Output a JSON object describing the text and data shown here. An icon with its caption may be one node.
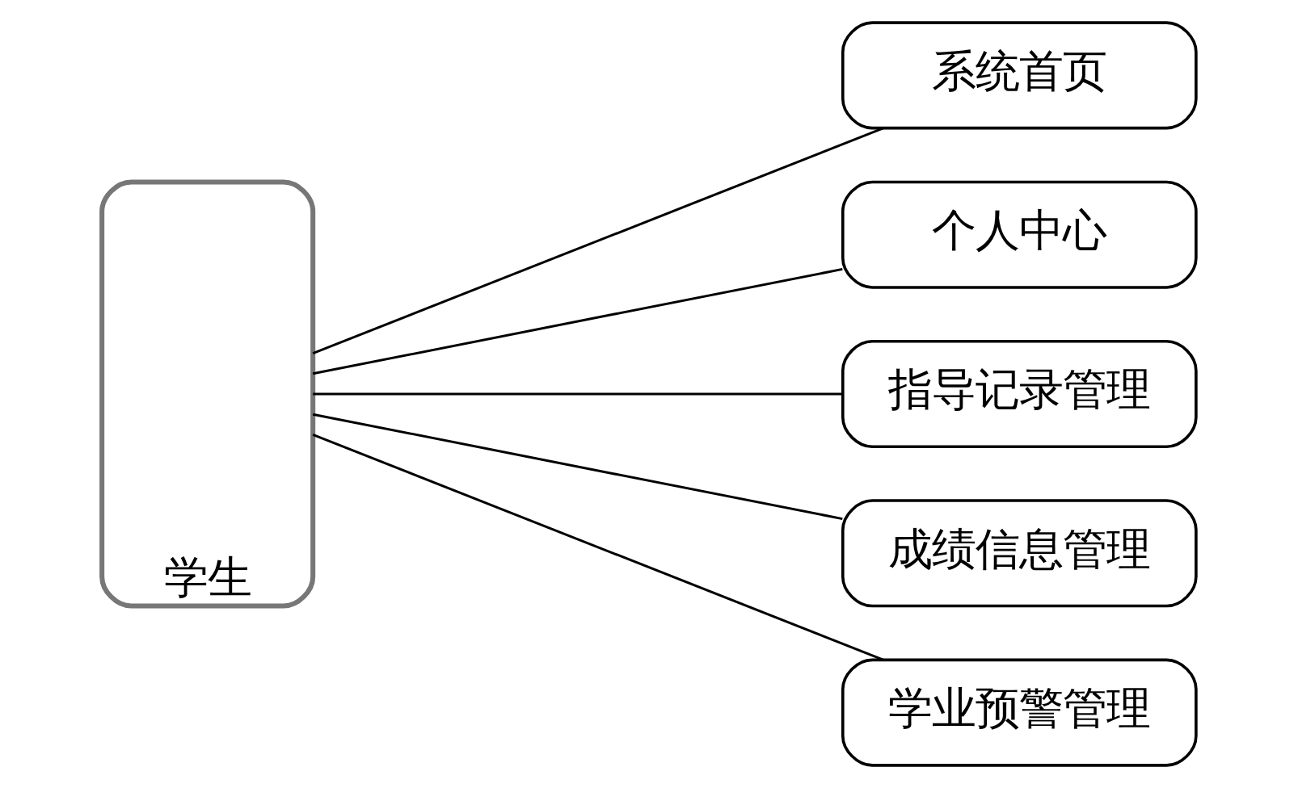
{
  "diagram": {
    "nodes": [
      {
        "text": [
          "学生"
        ]
      },
      {
        "text": [
          "系统首页"
        ]
      },
      {
        "text": [
          "个人中心"
        ]
      },
      {
        "text": [
          "指导记录管理"
        ]
      },
      {
        "text": [
          "成绩信息管理"
        ]
      },
      {
        "text": [
          "学业预警管理"
        ]
      }
    ],
    "edges": [
      {
        "from": 0,
        "to": 1,
        "arrow": "none"
      },
      {
        "from": 0,
        "to": 2,
        "arrow": "none"
      },
      {
        "from": 0,
        "to": 3,
        "arrow": "none"
      },
      {
        "from": 0,
        "to": 4,
        "arrow": "none"
      },
      {
        "from": 0,
        "to": 5,
        "arrow": "none"
      }
    ]
  }
}
